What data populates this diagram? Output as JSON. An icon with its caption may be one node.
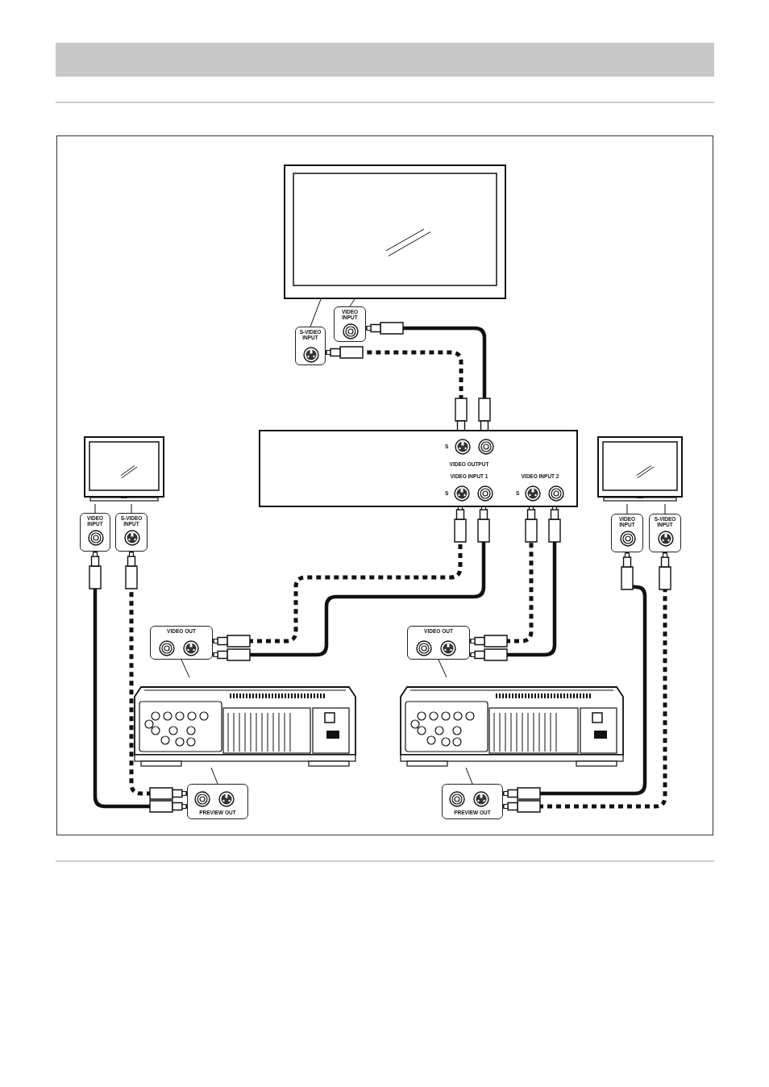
{
  "diagram": {
    "nodes": [
      {
        "text": [],
        "shape": "picture"
      },
      {
        "text": [
          "S-VIDEO INPUT"
        ]
      },
      {
        "text": [
          "VIDEO INPUT"
        ]
      },
      {
        "text": [],
        "shape": "box"
      },
      {
        "text": [
          "VIDEO OUTPUT"
        ],
        "in": 3,
        "beside": [
          "S"
        ]
      },
      {
        "text": [
          "VIDEO INPUT 1"
        ],
        "in": 3,
        "beside": [
          "S"
        ]
      },
      {
        "text": [
          "VIDEO INPUT 2"
        ],
        "in": 3,
        "beside": [
          "S"
        ]
      },
      {
        "text": [],
        "shape": "picture"
      },
      {
        "text": [
          "VIDEO INPUT"
        ]
      },
      {
        "text": [
          "S-VIDEO INPUT"
        ]
      },
      {
        "text": [],
        "shape": "picture"
      },
      {
        "text": [
          "VIDEO INPUT"
        ]
      },
      {
        "text": [
          "S-VIDEO INPUT"
        ]
      },
      {
        "text": [
          "VIDEO OUT"
        ]
      },
      {
        "text": [],
        "shape": "picture"
      },
      {
        "text": [
          "PREVIEW OUT"
        ]
      },
      {
        "text": [
          "VIDEO OUT"
        ]
      },
      {
        "text": [],
        "shape": "picture"
      },
      {
        "text": [
          "PREVIEW OUT"
        ]
      }
    ],
    "edges": [
      {
        "from": 4,
        "to": 2,
        "arrow": "other",
        "style": "thick"
      },
      {
        "from": 4,
        "to": 1,
        "arrow": "other",
        "style": "dashed"
      },
      {
        "from": 13,
        "to": 5,
        "arrow": "other",
        "style": "thick"
      },
      {
        "from": 13,
        "to": 5,
        "arrow": "other",
        "style": "dashed"
      },
      {
        "from": 16,
        "to": 6,
        "arrow": "other",
        "style": "thick"
      },
      {
        "from": 16,
        "to": 6,
        "arrow": "other",
        "style": "dashed"
      },
      {
        "from": 15,
        "to": 8,
        "arrow": "other",
        "style": "thick"
      },
      {
        "from": 15,
        "to": 9,
        "arrow": "other",
        "style": "dashed"
      },
      {
        "from": 18,
        "to": 11,
        "arrow": "other",
        "style": "thick"
      },
      {
        "from": 18,
        "to": 12,
        "arrow": "other",
        "style": "dashed"
      },
      {
        "from": 1,
        "to": 0,
        "arrow": "none"
      },
      {
        "from": 2,
        "to": 0,
        "arrow": "none"
      },
      {
        "from": 8,
        "to": 7,
        "arrow": "none"
      },
      {
        "from": 9,
        "to": 7,
        "arrow": "none"
      },
      {
        "from": 11,
        "to": 10,
        "arrow": "none"
      },
      {
        "from": 12,
        "to": 10,
        "arrow": "none"
      },
      {
        "from": 13,
        "to": 14,
        "arrow": "none"
      },
      {
        "from": 15,
        "to": 14,
        "arrow": "none"
      },
      {
        "from": 16,
        "to": 17,
        "arrow": "none"
      },
      {
        "from": 18,
        "to": 17,
        "arrow": "none"
      }
    ]
  }
}
